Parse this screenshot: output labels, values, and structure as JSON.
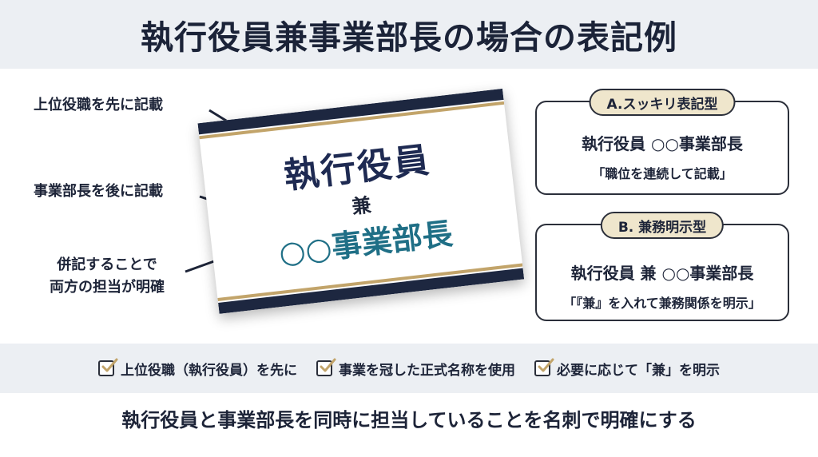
{
  "title": "執行役員兼事業部長の場合の表記例",
  "annotations": {
    "first": "上位役職を先に記載",
    "second": "事業部長を後に記載",
    "third_line1": "併記することで",
    "third_line2": "両方の担当が明確"
  },
  "card": {
    "line1": "執行役員",
    "line2": "兼",
    "line3": "○○事業部長"
  },
  "box_a": {
    "label": "A.スッキリ表記型",
    "main": "執行役員 ○○事業部長",
    "sub": "「職位を連続して記載」"
  },
  "box_b": {
    "label": "B. 兼務明示型",
    "main": "執行役員 兼 ○○事業部長",
    "sub": "「『兼』を入れて兼務関係を明示」"
  },
  "checklist": [
    "上位役職（執行役員）を先に",
    "事業を冠した正式名称を使用",
    "必要に応じて「兼」を明示"
  ],
  "footer": "執行役員と事業部長を同時に担当していることを名刺で明確にする",
  "colors": {
    "navy": "#1d2740",
    "gold": "#c2a46a",
    "teal": "#1f6f86",
    "pill_bg": "#efe6cc",
    "band_bg": "#eceff3"
  }
}
